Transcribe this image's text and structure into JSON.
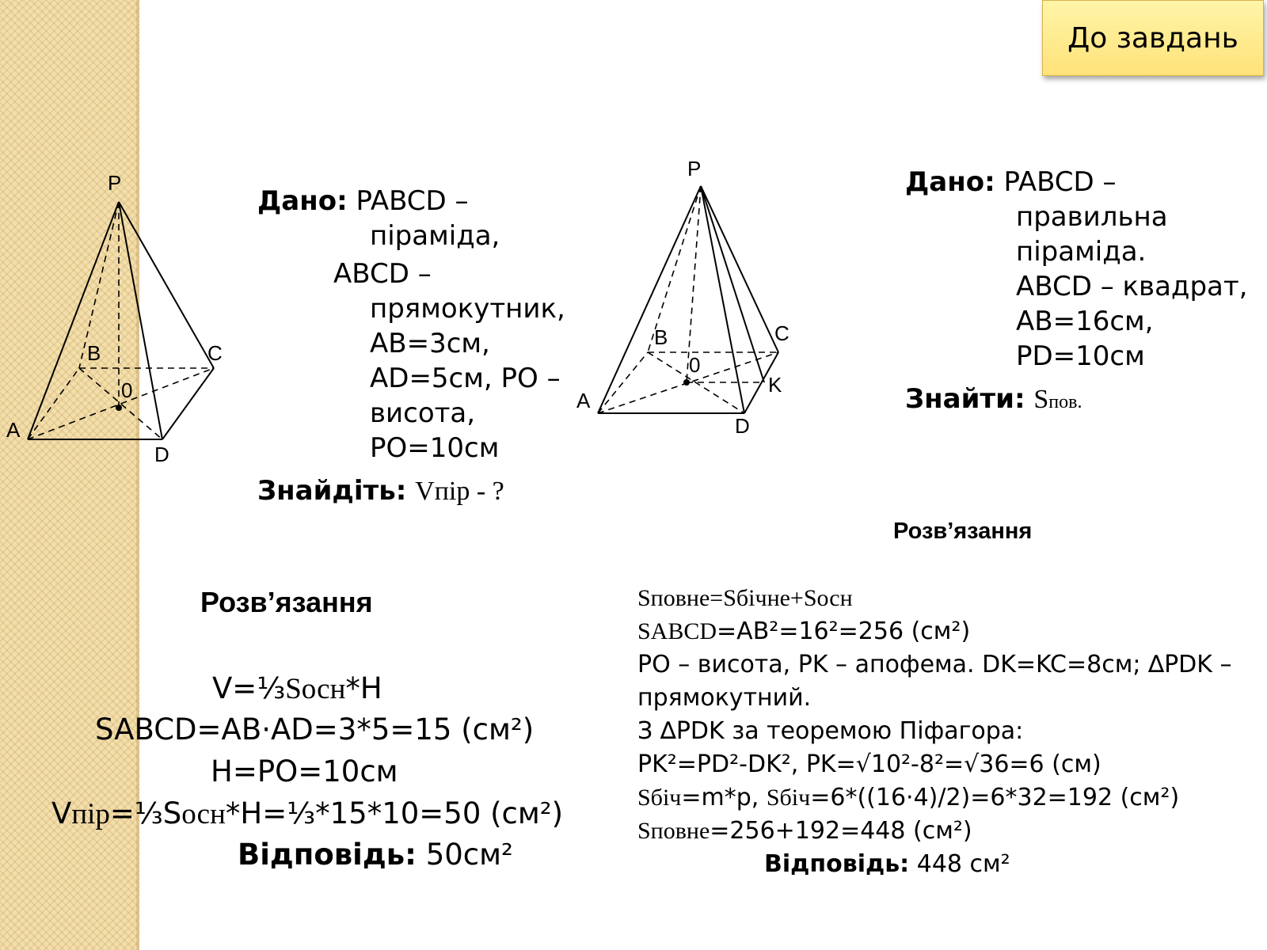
{
  "nav": {
    "back_label": "До завдань"
  },
  "figure1": {
    "P": "P",
    "A": "A",
    "B": "B",
    "C": "C",
    "D": "D",
    "O": "0"
  },
  "figure2": {
    "P": "P",
    "A": "A",
    "B": "B",
    "C": "C",
    "D": "D",
    "O": "0",
    "K": "K"
  },
  "task1": {
    "given_label": "Дано:",
    "given_l1": "PABCD –",
    "given_l2": "піраміда,",
    "given_l3": "ABCD –",
    "given_l4": "прямокутник,",
    "given_l5": "AB=3см,",
    "given_l6": "AD=5см, PO –",
    "given_l7": "висота,",
    "given_l8": "PO=10см",
    "find_label": "Знайдіть:",
    "find_value": "Vпір - ?",
    "solution_title": "Розв’язання",
    "s1a": "V=⅓",
    "s1b": "Sосн",
    "s1c": "*H",
    "s2": "SABCD=AB·AD=3*5=15 (см²)",
    "s3": "H=PO=10см",
    "s4a": "V",
    "s4b": "пір",
    "s4c": "=⅓S",
    "s4d": "осн",
    "s4e": "*H=⅓*15*10=50 (см²)",
    "answer_label": "Відповідь:",
    "answer_value": "50см²"
  },
  "task2": {
    "given_label": "Дано:",
    "given_l1": "PABCD –",
    "given_l2": "правильна",
    "given_l3": "піраміда.",
    "given_l4": "ABCD – квадрат,",
    "given_l5": "AB=16см,",
    "given_l6": "PD=10см",
    "find_label": "Знайти:",
    "find_value_s": "S",
    "find_value_sub": "пов.",
    "solution_title": "Розв’язання",
    "l1": "Sповне=Sбічне+Sосн",
    "l2a": "SABCD",
    "l2b": "=AB²=16²=256 (см²)",
    "l3": "PO – висота, PK – апофема. DK=KC=8см; ∆PDK –",
    "l4": "прямокутний.",
    "l5": "З ∆PDK за теоремою Піфагора:",
    "l6": "PK²=PD²-DK², PK=√10²-8²=√36=6 (см)",
    "l7a": "Sбіч",
    "l7b": "=m*p, ",
    "l7c": "Sбіч",
    "l7d": "=6*((16·4)/2)=6*32=192 (см²)",
    "l8a": "Sповне",
    "l8b": "=256+192=448 (см²)",
    "answer_label": "Відповідь:",
    "answer_value": "448 см²"
  }
}
